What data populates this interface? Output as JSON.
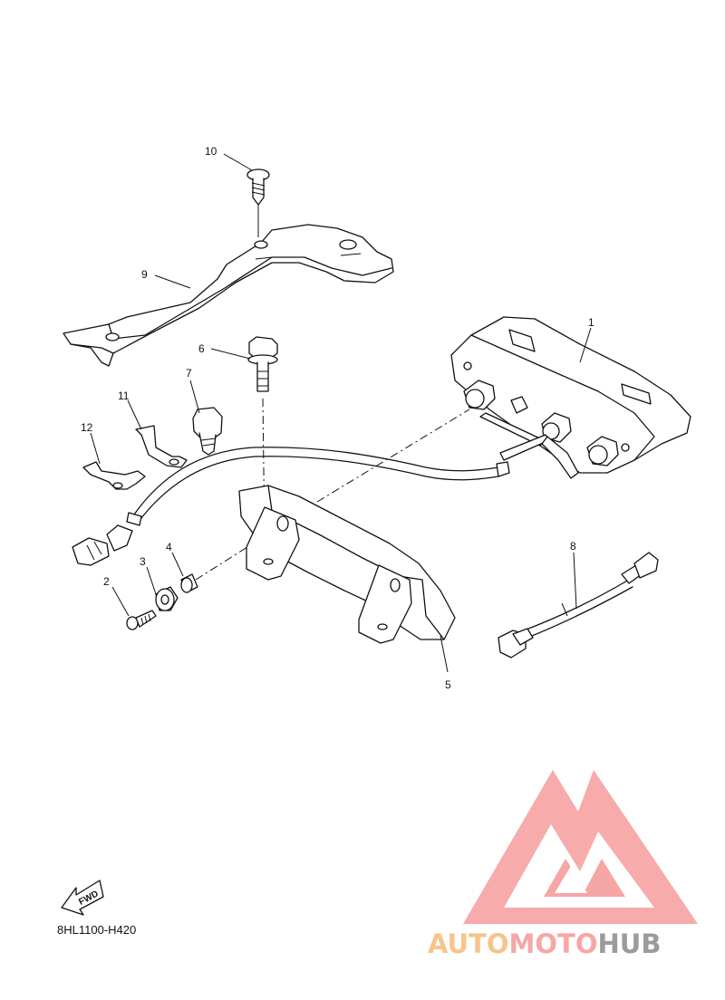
{
  "diagram": {
    "callouts": [
      "1",
      "2",
      "3",
      "4",
      "5",
      "6",
      "7",
      "8",
      "9",
      "10",
      "11",
      "12"
    ],
    "fwd_label": "FWD",
    "diagram_code": "8HL1100-H420"
  },
  "watermark": {
    "part1": "AUTO",
    "part2": "MOTO",
    "part3": "HUB",
    "color_orange": "#f6c48c",
    "color_pink": "#f7a6a6",
    "color_gray": "#9b9b9b"
  }
}
